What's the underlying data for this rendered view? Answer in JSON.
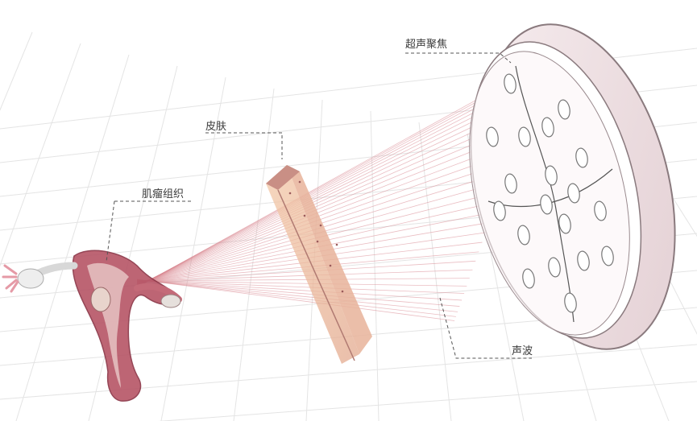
{
  "labels": {
    "transducer": "超声聚焦",
    "skin": "皮肤",
    "fibroid": "肌瘤组织",
    "wave": "声波"
  },
  "colors": {
    "beam": "#d9868f",
    "skin_fill": "#e8b49a",
    "tissue": "#b04a5a",
    "leader": "#555555",
    "grid": "#e6e6e6"
  }
}
